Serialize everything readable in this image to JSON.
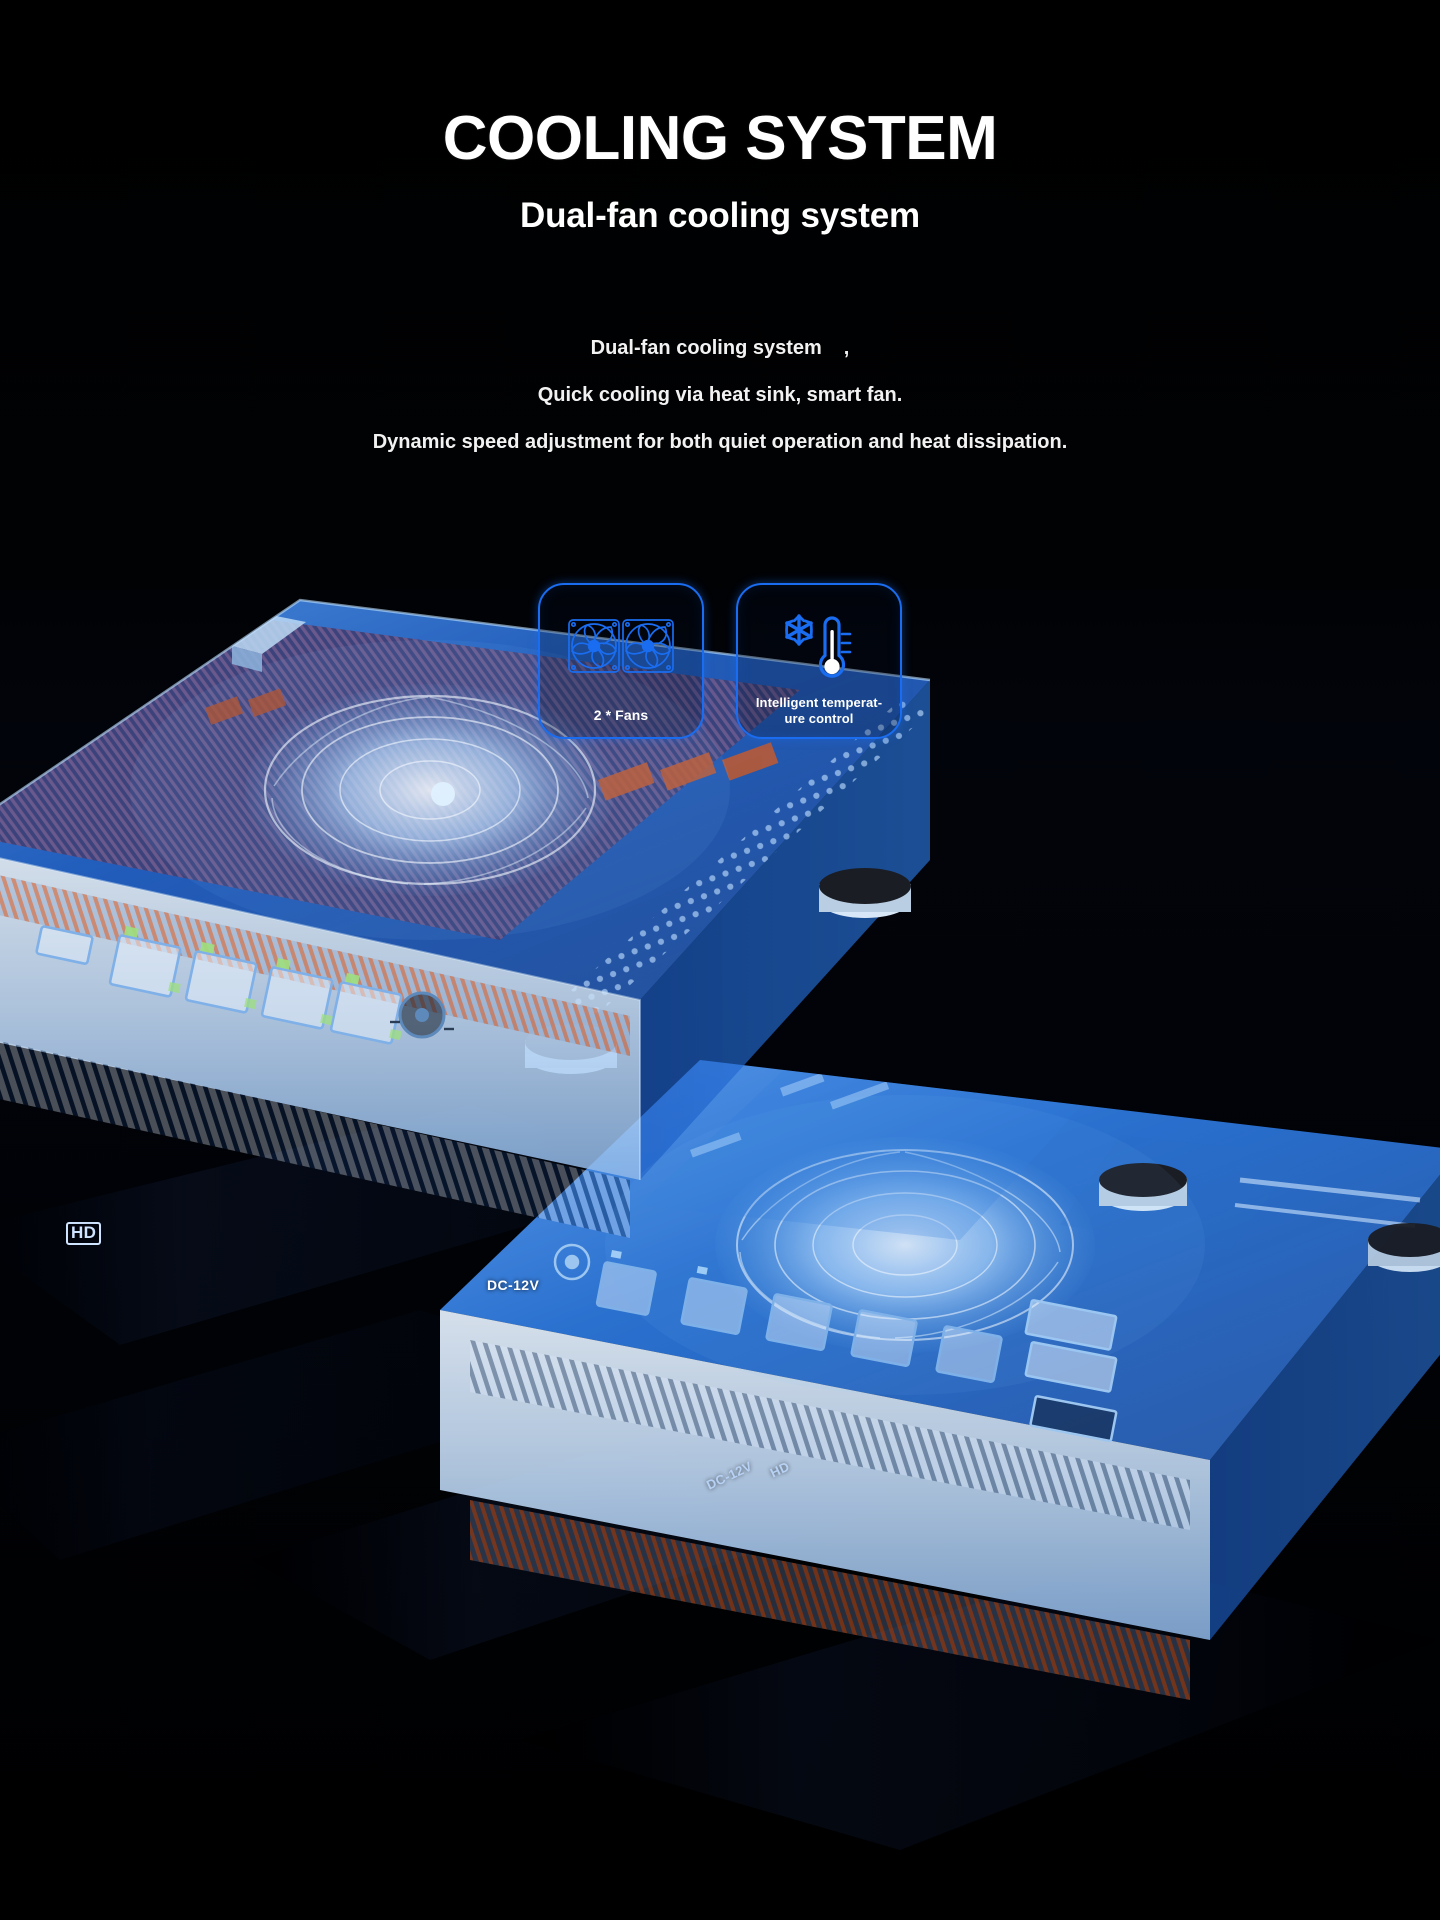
{
  "header": {
    "title": "COOLING SYSTEM",
    "subtitle": "Dual-fan cooling system"
  },
  "description": {
    "line1": "Dual-fan cooling system",
    "line1_punct": ",",
    "line2": "Quick cooling via heat sink, smart fan.",
    "line3": "Dynamic speed adjustment for both quiet operation and heat dissipation."
  },
  "badges": [
    {
      "id": "dual-fans",
      "icon": "dual-fan-icon",
      "label": "2 * Fans"
    },
    {
      "id": "temperature-control",
      "icon": "snowflake-thermometer-icon",
      "label": "Intelligent temperat-ure control"
    }
  ],
  "product": {
    "alt": "Two translucent blue mini PC chassis X-ray render with heatsink and dual fans",
    "port_labels": {
      "hdmi_front": "HD",
      "power_front": "DC-12V",
      "power_rear": "DC-12V",
      "hdmi_rear": "HD"
    }
  },
  "colors": {
    "background": "#000000",
    "accent_blue": "#1a6df0",
    "text_primary": "#ffffff",
    "product_blue": "#1f6fe0",
    "product_light": "#cfe6ff",
    "heatsink_copper": "#b8482a"
  }
}
